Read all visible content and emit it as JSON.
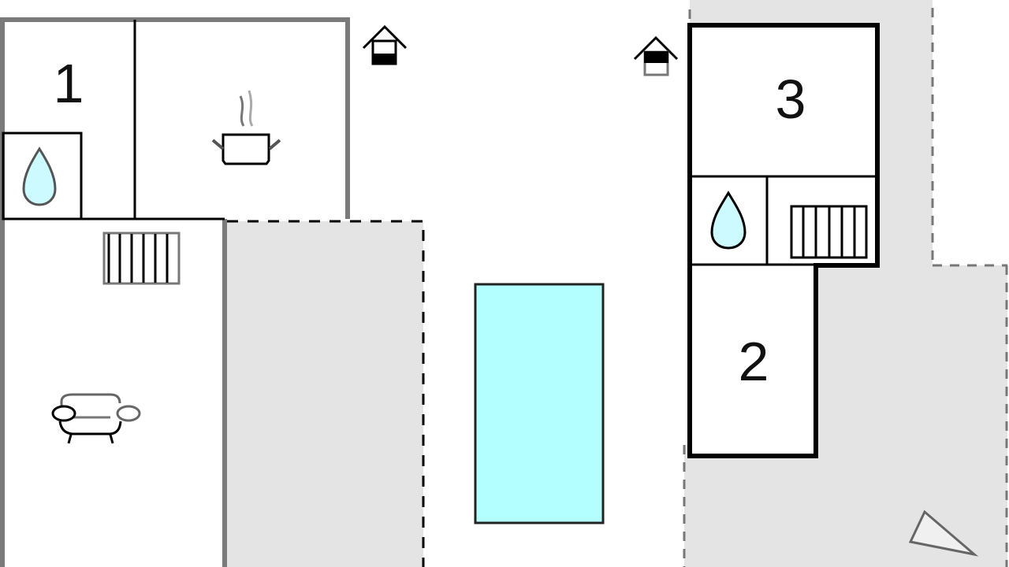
{
  "rooms": {
    "room_1": "1",
    "room_2": "2",
    "room_3": "3"
  },
  "icons": [
    "bathroom-drop-icon",
    "kitchen-pot-icon",
    "radiator-icon",
    "sofa-icon",
    "house-entrance-icon",
    "pool",
    "terrace",
    "compass-triangle-icon"
  ],
  "colors": {
    "pool": "#b3ffff",
    "terrace": "#e4e4e4",
    "water_drop": "#ccfaff",
    "wall_gray": "#7a7a7a",
    "wall_black": "#000000"
  }
}
